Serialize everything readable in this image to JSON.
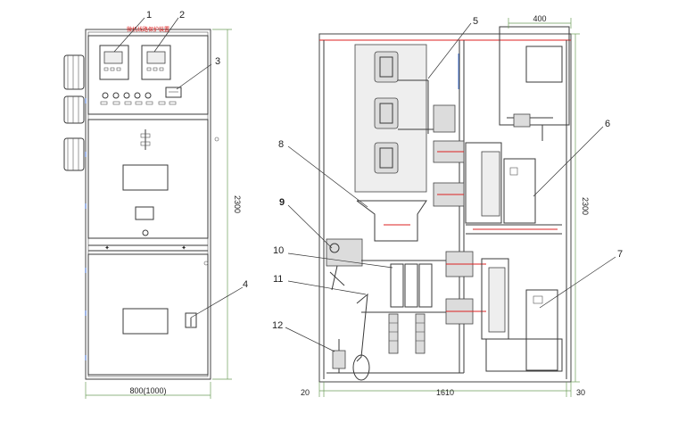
{
  "front_view": {
    "relay_panel_label": "微机线路保护装置",
    "width_dim": "800(1000)",
    "height_dim": "2300"
  },
  "side_view": {
    "width_dim": "1610",
    "left_margin_dim": "20",
    "right_margin_dim": "30",
    "top_dim": "400",
    "height_dim": "2300"
  },
  "callouts": [
    "1",
    "2",
    "3",
    "4",
    "5",
    "6",
    "7",
    "8",
    "9",
    "10",
    "11",
    "12"
  ],
  "colors": {
    "dimension_lines": "#6e9e5a",
    "highlight": "#dd2222",
    "accent": "#3a6fd8"
  }
}
